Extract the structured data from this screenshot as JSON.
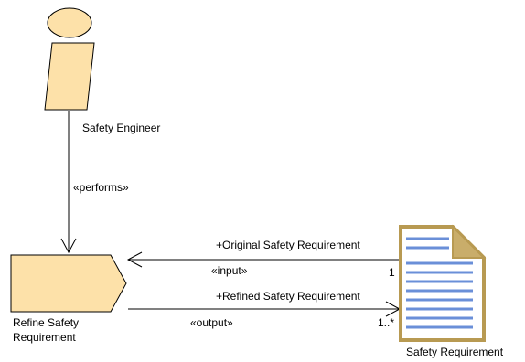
{
  "actor": {
    "name": "Safety Engineer"
  },
  "task": {
    "name_line1": "Refine Safety",
    "name_line2": "Requirement"
  },
  "artifact": {
    "name": "Safety Requirement"
  },
  "performs": {
    "stereotype": "«performs»"
  },
  "input_link": {
    "role": "+Original Safety Requirement",
    "stereotype": "«input»",
    "multiplicity": "1"
  },
  "output_link": {
    "role": "+Refined Safety Requirement",
    "stereotype": "«output»",
    "multiplicity": "1..*"
  },
  "colors": {
    "fill": "#fde1a9",
    "doc_border": "#b89a52",
    "doc_fold": "#c9ad6a",
    "doc_lines": "#6a8fd8",
    "stroke": "#000000"
  }
}
